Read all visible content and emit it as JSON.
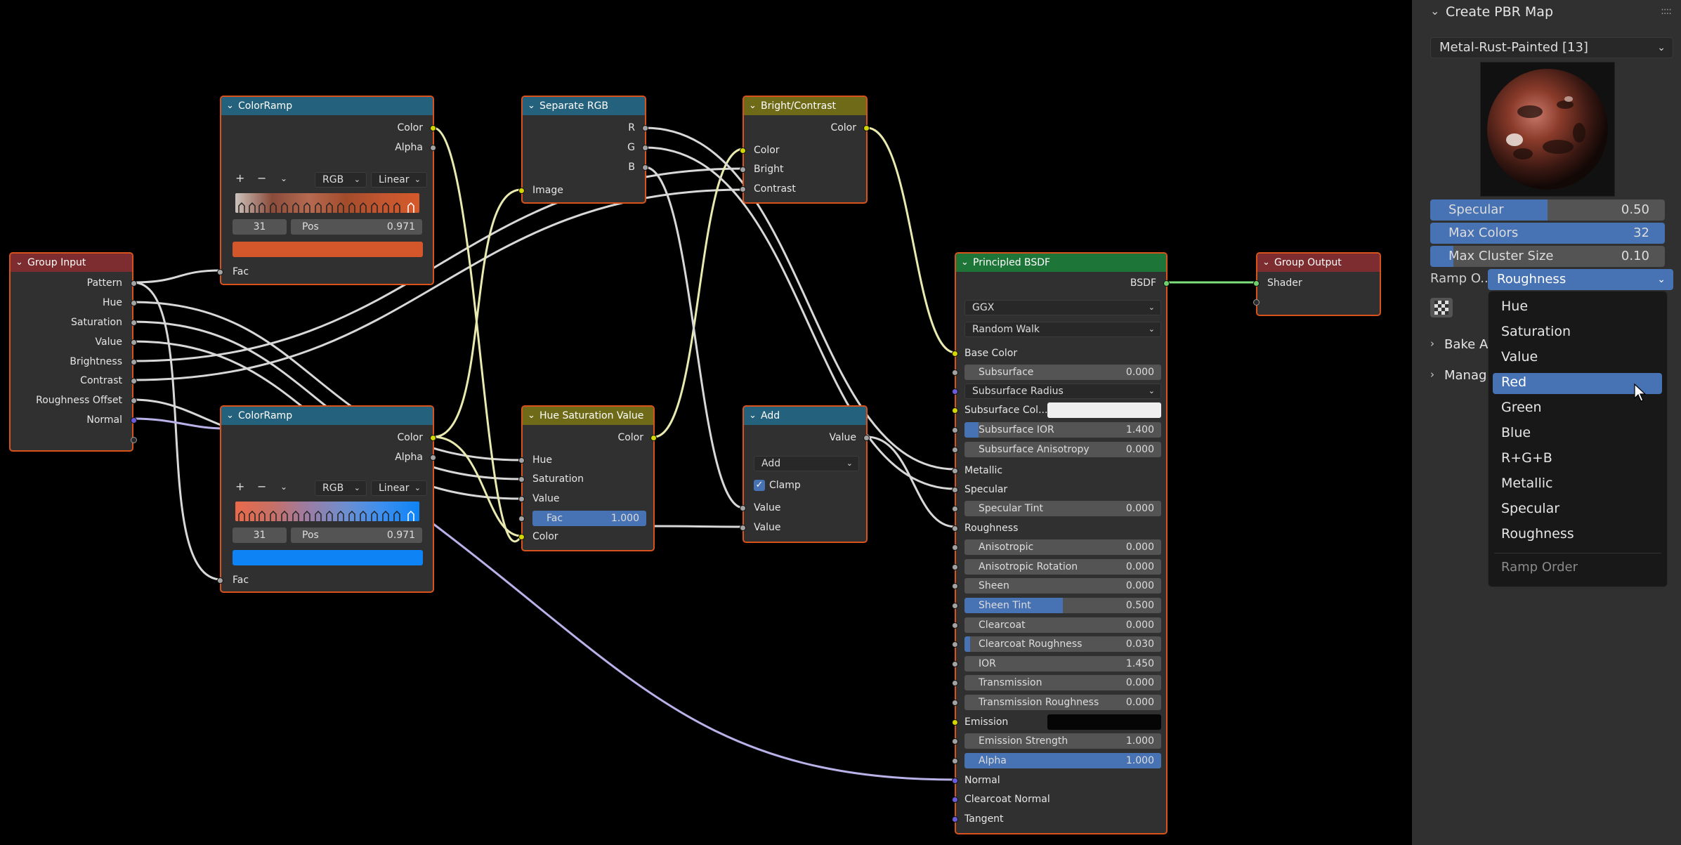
{
  "colors": {
    "accent": "#4772b3",
    "node_border": "#d8531c",
    "header_input": "#23617c",
    "header_shader": "#1d7638",
    "header_color": "#6f6a17",
    "socket_color": "#d4d600",
    "socket_float": "#a3a3a3",
    "socket_vector": "#6a5be0"
  },
  "nodes": {
    "group_input": {
      "title": "Group Input",
      "outputs": [
        "Pattern",
        "Hue",
        "Saturation",
        "Value",
        "Brightness",
        "Contrast",
        "Roughness Offset",
        "Normal"
      ]
    },
    "ramp1": {
      "title": "ColorRamp",
      "out_color": "Color",
      "out_alpha": "Alpha",
      "mode": "RGB",
      "interp": "Linear",
      "index": "31",
      "pos_label": "Pos",
      "pos_value": "0.971",
      "swatch_color": "#d4572b",
      "input": "Fac"
    },
    "ramp2": {
      "title": "ColorRamp",
      "out_color": "Color",
      "out_alpha": "Alpha",
      "mode": "RGB",
      "interp": "Linear",
      "index": "31",
      "pos_label": "Pos",
      "pos_value": "0.971",
      "swatch_color": "#0d83f5",
      "input": "Fac"
    },
    "separate": {
      "title": "Separate RGB",
      "outputs": [
        "R",
        "G",
        "B"
      ],
      "input": "Image"
    },
    "hsv": {
      "title": "Hue Saturation Value",
      "output": "Color",
      "inputs": [
        "Hue",
        "Saturation",
        "Value"
      ],
      "fac_label": "Fac",
      "fac_value": "1.000",
      "fac_fraction": 1.0,
      "color_input": "Color"
    },
    "bright": {
      "title": "Bright/Contrast",
      "output": "Color",
      "inputs": [
        "Color",
        "Bright",
        "Contrast"
      ]
    },
    "add": {
      "title": "Add",
      "output": "Value",
      "operation": "Add",
      "clamp_label": "Clamp",
      "clamp_checked": true,
      "inputs": [
        "Value",
        "Value"
      ]
    },
    "bsdf": {
      "title": "Principled BSDF",
      "output": "BSDF",
      "distribution": "GGX",
      "subsurface_method": "Random Walk",
      "base_color": "Base Color",
      "subsurface": {
        "label": "Subsurface",
        "value": "0.000"
      },
      "subsurface_radius": "Subsurface Radius",
      "subsurface_color": "Subsurface Col...",
      "subsurface_ior": {
        "label": "Subsurface IOR",
        "value": "1.400",
        "fraction": 0.07
      },
      "subsurface_aniso": {
        "label": "Subsurface Anisotropy",
        "value": "0.000"
      },
      "metallic": "Metallic",
      "specular": "Specular",
      "specular_tint": {
        "label": "Specular Tint",
        "value": "0.000"
      },
      "roughness": "Roughness",
      "anisotropic": {
        "label": "Anisotropic",
        "value": "0.000"
      },
      "aniso_rotation": {
        "label": "Anisotropic Rotation",
        "value": "0.000"
      },
      "sheen": {
        "label": "Sheen",
        "value": "0.000"
      },
      "sheen_tint": {
        "label": "Sheen Tint",
        "value": "0.500",
        "fraction": 0.5
      },
      "clearcoat": {
        "label": "Clearcoat",
        "value": "0.000"
      },
      "clearcoat_rough": {
        "label": "Clearcoat Roughness",
        "value": "0.030",
        "fraction": 0.03
      },
      "ior": {
        "label": "IOR",
        "value": "1.450"
      },
      "transmission": {
        "label": "Transmission",
        "value": "0.000"
      },
      "transmission_rough": {
        "label": "Transmission Roughness",
        "value": "0.000"
      },
      "emission": "Emission",
      "emission_strength": {
        "label": "Emission Strength",
        "value": "1.000"
      },
      "alpha": {
        "label": "Alpha",
        "value": "1.000",
        "fraction": 1.0
      },
      "normal": "Normal",
      "clearcoat_normal": "Clearcoat Normal",
      "tangent": "Tangent"
    },
    "group_output": {
      "title": "Group Output",
      "input": "Shader"
    }
  },
  "panel": {
    "title": "Create PBR Map",
    "material": "Metal-Rust-Painted [13]",
    "specular": {
      "label": "Specular",
      "value": "0.50",
      "fraction": 0.5
    },
    "max_colors": {
      "label": "Max Colors",
      "value": "32",
      "fraction": 1.0
    },
    "max_cluster": {
      "label": "Max Cluster Size",
      "value": "0.10",
      "fraction": 0.1
    },
    "ramp_order_label": "Ramp O...",
    "ramp_order_value": "Roughness",
    "bake_label": "Bake A",
    "manage_label": "Manag"
  },
  "ramp_order_menu": {
    "items": [
      "Hue",
      "Saturation",
      "Value",
      "Red",
      "Green",
      "Blue",
      "R+G+B",
      "Metallic",
      "Specular",
      "Roughness"
    ],
    "selected": "Red",
    "footer": "Ramp Order"
  }
}
